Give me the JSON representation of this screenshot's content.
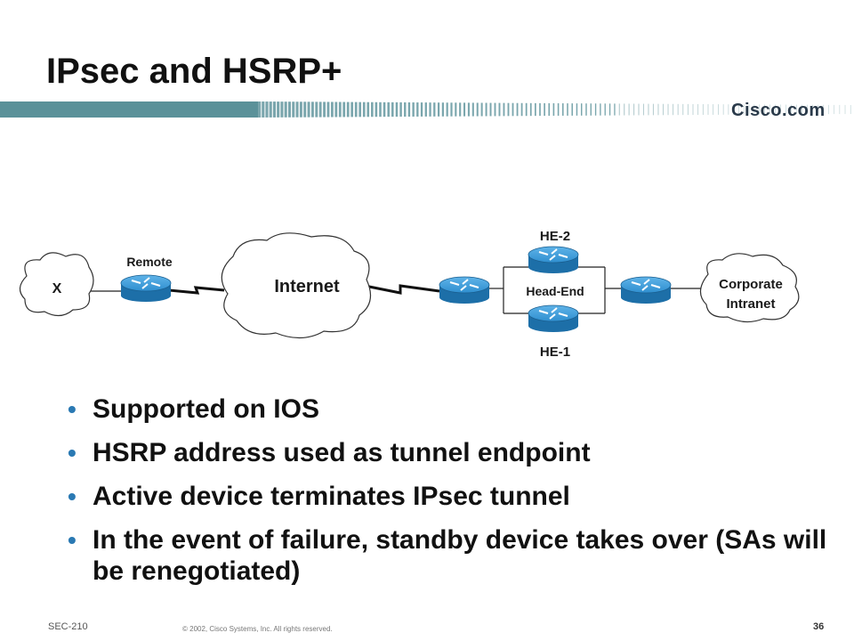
{
  "slide": {
    "title": "IPsec and HSRP+",
    "brand": "Cisco.com"
  },
  "diagram": {
    "remote_cloud_label": "X",
    "remote_router_label": "Remote",
    "internet_label": "Internet",
    "he2_label": "HE-2",
    "headend_label": "Head-End",
    "he1_label": "HE-1",
    "corporate_label_line1": "Corporate",
    "corporate_label_line2": "Intranet"
  },
  "bullets": [
    "Supported on IOS",
    "HSRP address used as tunnel endpoint",
    "Active device terminates IPsec tunnel",
    "In the event of failure, standby device takes over (SAs will be renegotiated)"
  ],
  "footer": {
    "code": "SEC-210",
    "copyright": "© 2002, Cisco Systems, Inc. All rights reserved.",
    "page": "36"
  },
  "colors": {
    "banner_teal": "#4f8c95",
    "router_blue": "#2f8fd0",
    "bullet_blue": "#2a79b3"
  }
}
